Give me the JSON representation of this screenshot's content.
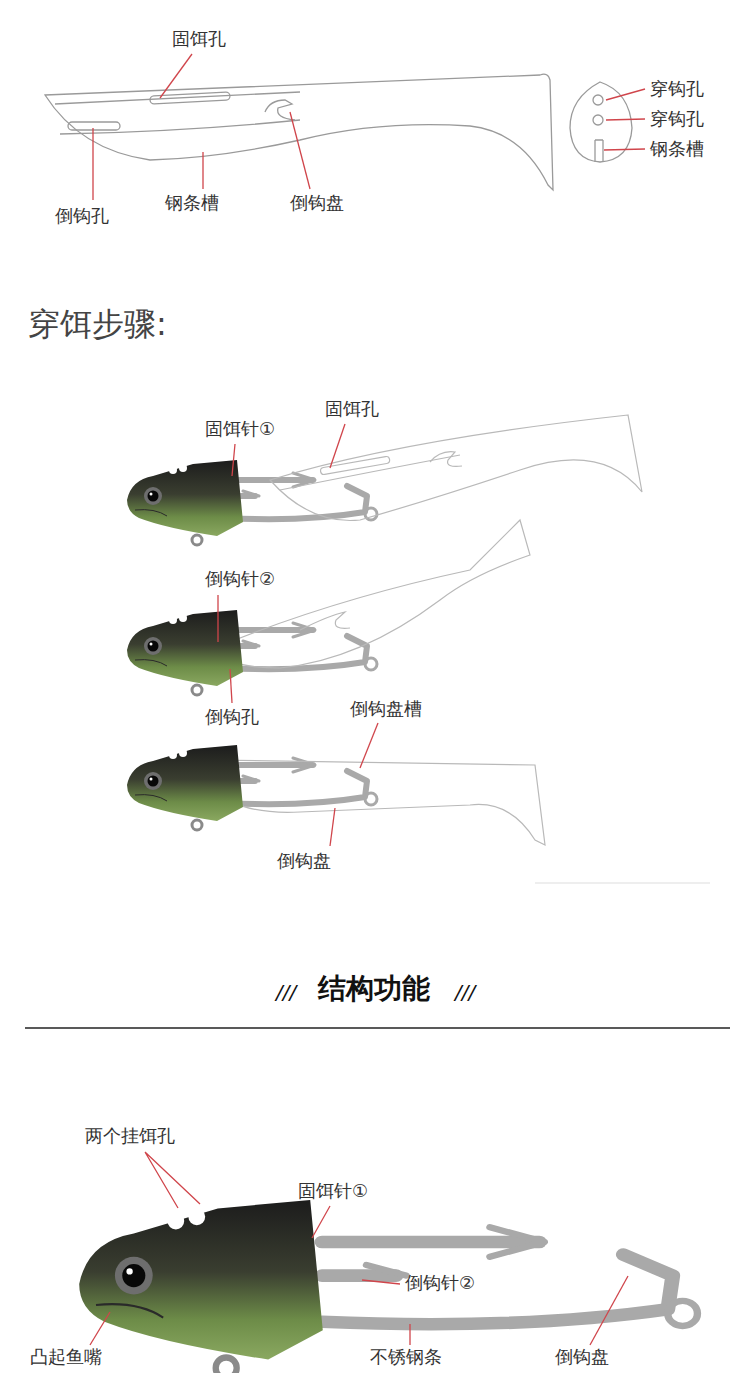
{
  "diagram": {
    "labels": [
      "固饵孔",
      "倒钩孔",
      "钢条槽",
      "倒钩盘",
      "穿钩孔",
      "穿钩孔",
      "钢条槽",
      "穿饵步骤:",
      "固饵针①",
      "固饵孔",
      "倒钩针②",
      "倒钩孔",
      "倒钩盘槽",
      "倒钩盘",
      "///",
      "结构功能",
      "///",
      "两个挂饵孔",
      "固饵针①",
      "倒钩针②",
      "凸起鱼嘴",
      "不锈钢条",
      "倒钩盘"
    ]
  }
}
